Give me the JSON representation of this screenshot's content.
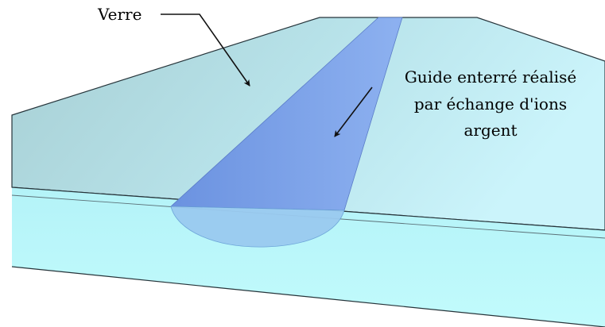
{
  "labels": {
    "glass": "Verre",
    "guide_line1": "Guide enterré réalisé",
    "guide_line2": "par échange d'ions",
    "guide_line3": "argent"
  },
  "colors": {
    "background": "#ffffff",
    "glass_top_left": "#a9d3d7",
    "glass_top_right": "#c8f2fb",
    "glass_front": "#bdf8fb",
    "guide": "#6f97e4",
    "guide_section": "#97c8ec",
    "edge": "#1e2a30",
    "arrow": "#111111"
  },
  "icons": {
    "annotation_arrows": "arrow-icon"
  }
}
